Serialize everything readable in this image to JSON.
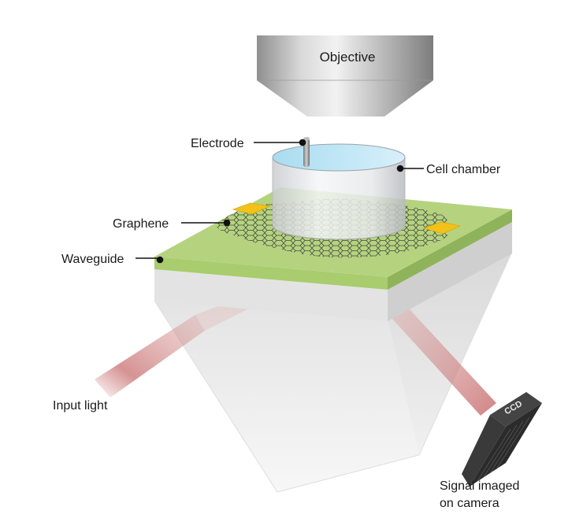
{
  "labels": {
    "objective": "Objective",
    "electrode": "Electrode",
    "cell_chamber": "Cell chamber",
    "graphene": "Graphene",
    "waveguide": "Waveguide",
    "input_light": "Input light",
    "signal_line1": "Signal imaged",
    "signal_line2": "on camera",
    "ccd": "CCD"
  },
  "colors": {
    "waveguide_top": "#b5d37f",
    "waveguide_edge": "#8fb35a",
    "electrode_pad": "#f2c21a",
    "graphene_mesh": "#3a3a3a",
    "chamber_liquid": "#bfe6f5",
    "beam": "#c86f6f",
    "camera_body": "#2b2b2b"
  }
}
